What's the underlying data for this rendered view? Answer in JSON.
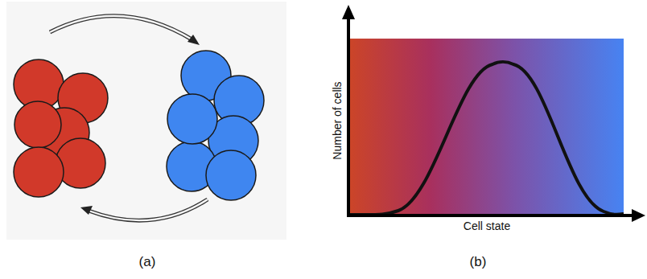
{
  "diagram": {
    "labels": [
      "Number of cells",
      "Cell state",
      "(a)",
      "(b)"
    ]
  }
}
